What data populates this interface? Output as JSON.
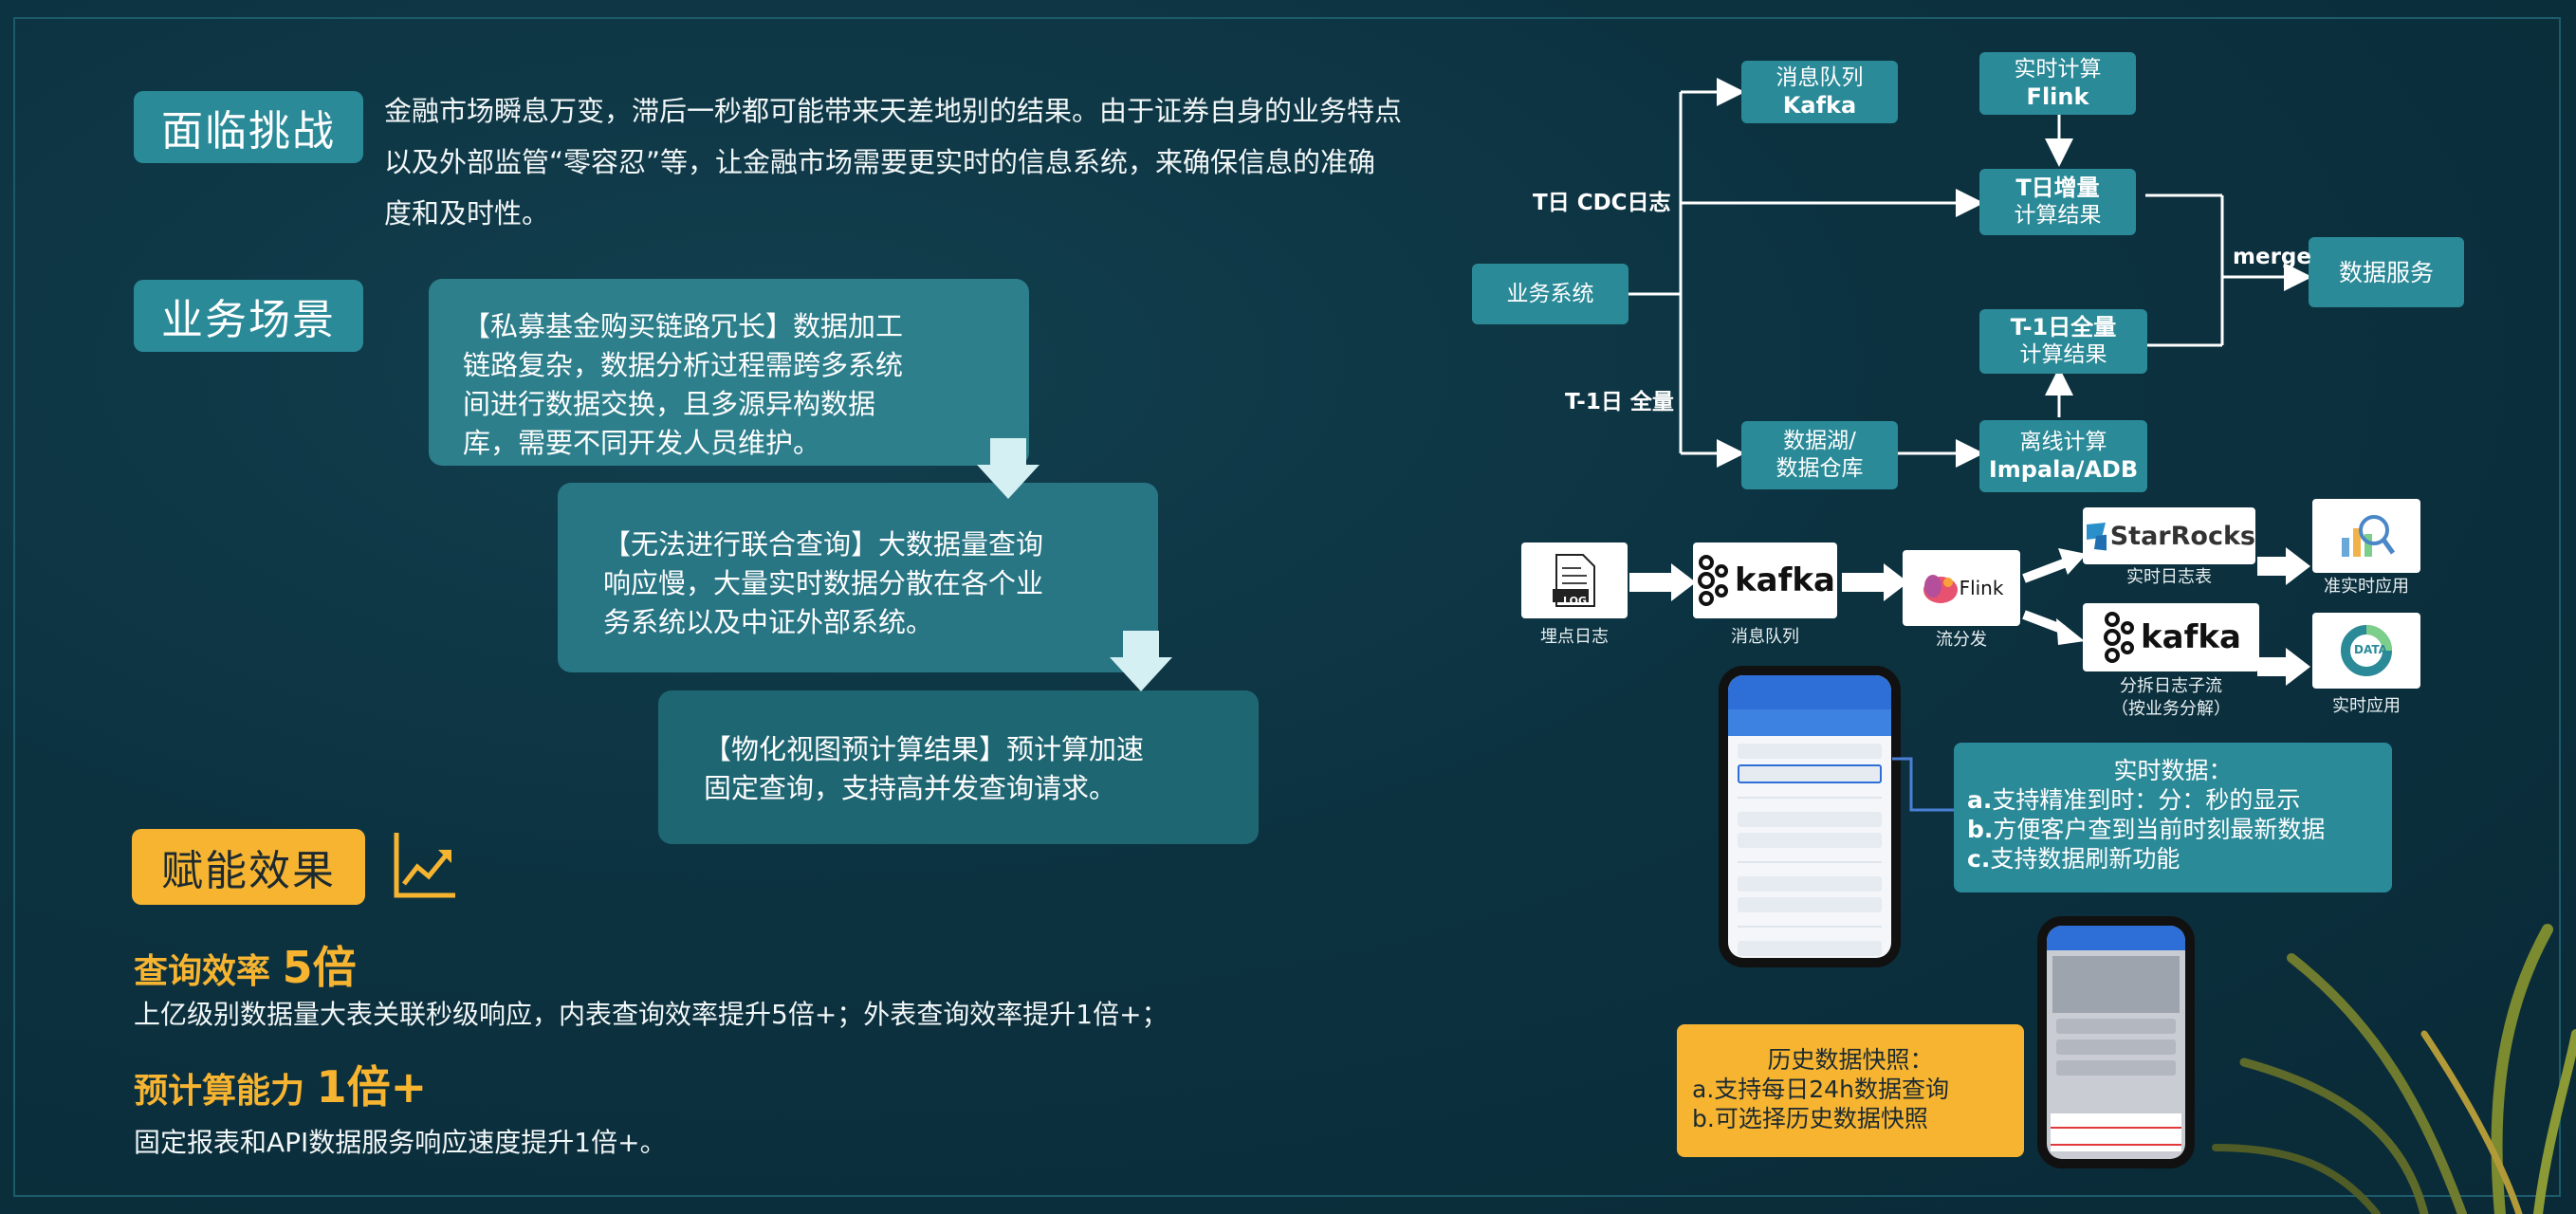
{
  "challenge": {
    "tag": "面临挑战",
    "lines": [
      "金融市场瞬息万变，滞后一秒都可能带来天差地别的结果。由于证券自身的业务特点",
      "以及外部监管“零容忍”等，让金融市场需要更实时的信息系统，来确保信息的准确",
      "度和及时性。"
    ]
  },
  "scenario": {
    "tag": "业务场景",
    "cards": [
      {
        "lines": [
          "【私募基金购买链路冗长】数据加工",
          "链路复杂，数据分析过程需跨多系统",
          "间进行数据交换，且多源异构数据",
          "库，需要不同开发人员维护。"
        ]
      },
      {
        "lines": [
          "【无法进行联合查询】大数据量查询",
          "响应慢，大量实时数据分散在各个业",
          "务系统以及中证外部系统。"
        ]
      },
      {
        "lines": [
          "【物化视图预计算结果】预计算加速",
          "固定查询，支持高并发查询请求。"
        ]
      }
    ]
  },
  "effect": {
    "tag": "赋能效果",
    "icon": "trend-chart-icon",
    "metric1": {
      "label": "查询效率",
      "value": "5倍",
      "desc": "上亿级别数据量大表关联秒级响应，内表查询效率提升5倍+；外表查询效率提升1倍+；"
    },
    "metric2": {
      "label": "预计算能力",
      "value": "1倍+",
      "desc": "固定报表和API数据服务响应速度提升1倍+。"
    }
  },
  "flow": {
    "nodes": {
      "biz": "业务系统",
      "mq_l1": "消息队列",
      "mq_l2": "Kafka",
      "rt_l1": "实时计算",
      "rt_l2": "Flink",
      "tinc_l1": "T日增量",
      "tinc_l2": "计算结果",
      "tfull_l1": "T-1日全量",
      "tfull_l2": "计算结果",
      "lake_l1": "数据湖/",
      "lake_l2": "数据仓库",
      "offline_l1": "离线计算",
      "offline_l2": "Impala/ADB",
      "service": "数据服务"
    },
    "edges": {
      "cdc": "T日 CDC日志",
      "full": "T-1日 全量",
      "merge": "merge"
    }
  },
  "pipeline": {
    "log": {
      "badge": "LOG",
      "caption": "埋点日志"
    },
    "kafka1": {
      "logo": "kafka",
      "caption": "消息队列"
    },
    "flink": {
      "logo": "Flink",
      "caption": "流分发"
    },
    "starrocks": {
      "logo": "StarRocks",
      "caption": "实时日志表"
    },
    "kafka2": {
      "logo": "kafka",
      "caption1": "分拆日志子流",
      "caption2": "（按业务分解）"
    },
    "app1": {
      "caption": "准实时应用"
    },
    "app2": {
      "badge": "DATA",
      "caption": "实时应用"
    }
  },
  "realtime": {
    "title": "实时数据：",
    "items": [
      {
        "k": "a.",
        "t": "支持精准到时：分：秒的显示"
      },
      {
        "k": "b.",
        "t": "方便客户查到当前时刻最新数据"
      },
      {
        "k": "c.",
        "t": "支持数据刷新功能"
      }
    ]
  },
  "history": {
    "title": "历史数据快照：",
    "items": [
      {
        "k": "a.",
        "t": "支持每日24h数据查询"
      },
      {
        "k": "b.",
        "t": "可选择历史数据快照"
      }
    ]
  },
  "colors": {
    "teal": "#2b8a98",
    "gold": "#f6b431",
    "bg": "#0c3240"
  }
}
